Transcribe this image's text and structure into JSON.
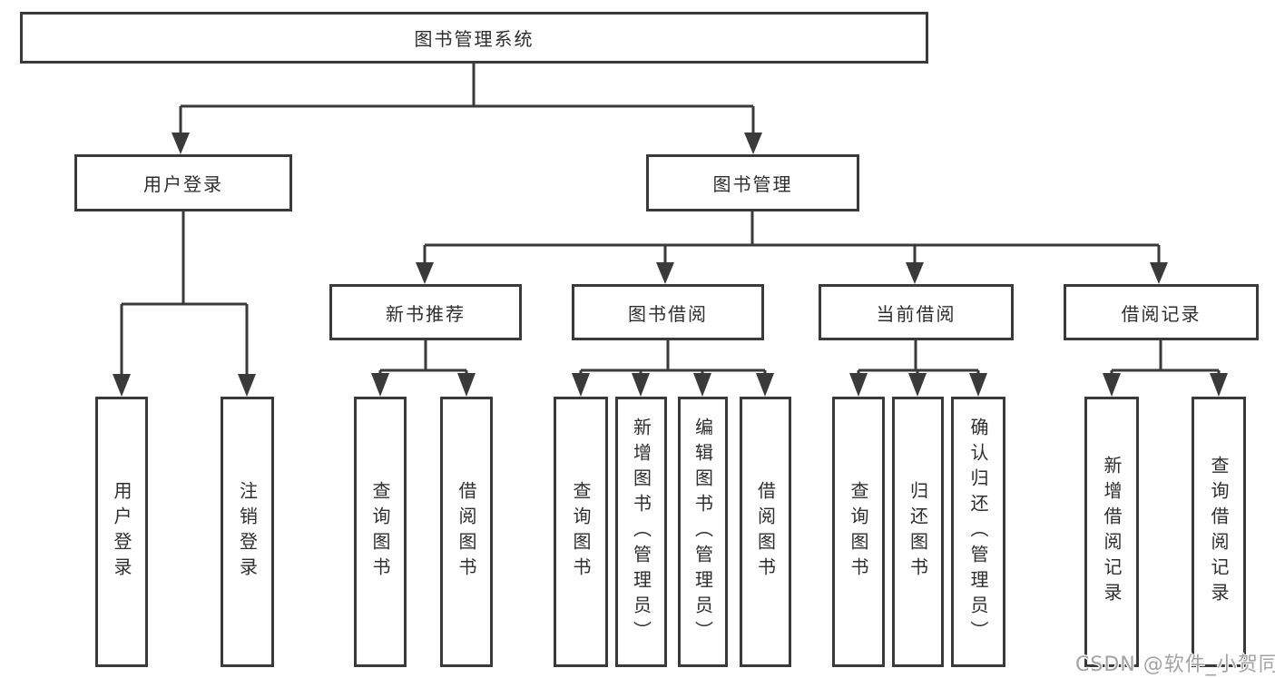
{
  "tree": {
    "label": "图书管理系统",
    "children": [
      {
        "label": "用户登录",
        "children": [
          {
            "label": "用户登录"
          },
          {
            "label": "注销登录"
          }
        ]
      },
      {
        "label": "图书管理",
        "children": [
          {
            "label": "新书推荐",
            "children": [
              {
                "label": "查询图书"
              },
              {
                "label": "借阅图书"
              }
            ]
          },
          {
            "label": "图书借阅",
            "children": [
              {
                "label": "查询图书"
              },
              {
                "label": "新增图书（管理员）"
              },
              {
                "label": "编辑图书（管理员）"
              },
              {
                "label": "借阅图书"
              }
            ]
          },
          {
            "label": "当前借阅",
            "children": [
              {
                "label": "查询图书"
              },
              {
                "label": "归还图书"
              },
              {
                "label": "确认归还（管理员）"
              }
            ]
          },
          {
            "label": "借阅记录",
            "children": [
              {
                "label": "新增借阅记录"
              },
              {
                "label": "查询借阅记录"
              }
            ]
          }
        ]
      }
    ]
  },
  "watermark": {
    "text": "CSDN @软件_小贺同学"
  },
  "colors": {
    "line": "#3a3a3a",
    "text": "#2e2e2e",
    "background": "#ffffff",
    "watermark": "#a3a3a3"
  }
}
